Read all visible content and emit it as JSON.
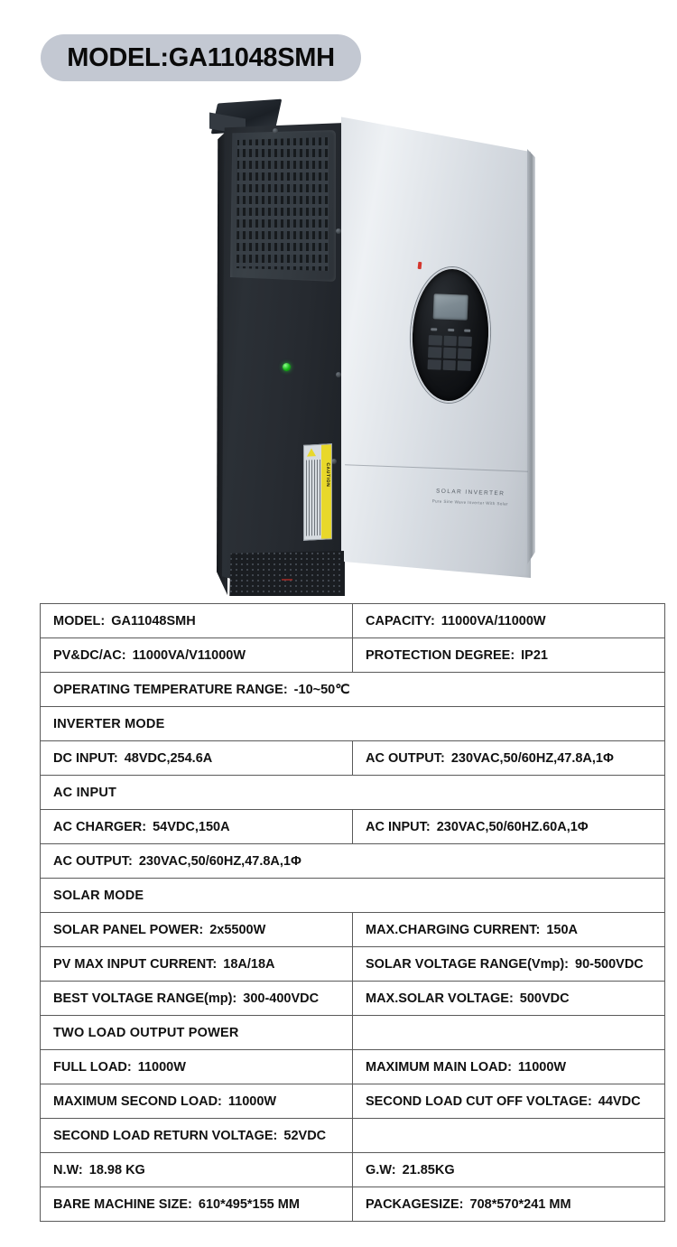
{
  "header": {
    "model_pill": "MODEL:GA11048SMH"
  },
  "product_image": {
    "alt": "solar-inverter-product-photo",
    "brand_main": "SOLAR INVERTER",
    "brand_sub": "Pure Sine Wave Inverter With Solar",
    "caution_text": "CAUTION",
    "led_indicator": "power-led-green",
    "accent_red": "#d4372e",
    "body_dark": "#262a30",
    "body_silver": "#dfe3e8"
  },
  "spec_table": {
    "rows": [
      {
        "type": "pair",
        "left_label": "MODEL:",
        "left_value": "GA11048SMH",
        "right_label": "CAPACITY:",
        "right_value": "11000VA/11000W"
      },
      {
        "type": "pair",
        "left_label": "PV&DC/AC:",
        "left_value": "11000VA/V11000W",
        "right_label": "PROTECTION DEGREE:",
        "right_value": "IP21"
      },
      {
        "type": "full",
        "left_label": "OPERATING TEMPERATURE RANGE:",
        "left_value": "-10~50℃"
      },
      {
        "type": "section",
        "left_label": "INVERTER MODE",
        "left_value": ""
      },
      {
        "type": "pair",
        "left_label": "DC INPUT:",
        "left_value": "48VDC,254.6A",
        "right_label": "AC OUTPUT:",
        "right_value": "230VAC,50/60HZ,47.8A,1Φ"
      },
      {
        "type": "section",
        "left_label": "AC INPUT",
        "left_value": ""
      },
      {
        "type": "pair",
        "left_label": "AC CHARGER:",
        "left_value": "54VDC,150A",
        "right_label": "AC INPUT:",
        "right_value": "230VAC,50/60HZ.60A,1Φ"
      },
      {
        "type": "full",
        "left_label": "AC OUTPUT:",
        "left_value": "230VAC,50/60HZ,47.8A,1Φ"
      },
      {
        "type": "section",
        "left_label": "SOLAR MODE",
        "left_value": ""
      },
      {
        "type": "pair",
        "left_label": "SOLAR PANEL POWER:",
        "left_value": "2x5500W",
        "right_label": "MAX.CHARGING CURRENT:",
        "right_value": "150A"
      },
      {
        "type": "pair",
        "left_label": "PV MAX INPUT CURRENT:",
        "left_value": "18A/18A",
        "right_label": "SOLAR VOLTAGE RANGE(Vmp):",
        "right_value": "90-500VDC"
      },
      {
        "type": "pair",
        "left_label": "BEST VOLTAGE RANGE(mp):",
        "left_value": "300-400VDC",
        "right_label": "MAX.SOLAR VOLTAGE:",
        "right_value": "500VDC"
      },
      {
        "type": "split",
        "left_label": "TWO LOAD OUTPUT POWER",
        "left_value": "",
        "right_label": "",
        "right_value": ""
      },
      {
        "type": "pair",
        "left_label": "FULL LOAD:",
        "left_value": "11000W",
        "right_label": "MAXIMUM MAIN LOAD:",
        "right_value": "11000W"
      },
      {
        "type": "pair",
        "left_label": "MAXIMUM SECOND LOAD:",
        "left_value": "11000W",
        "right_label": "SECOND LOAD CUT OFF VOLTAGE:",
        "right_value": "44VDC"
      },
      {
        "type": "split",
        "left_label": "SECOND LOAD RETURN VOLTAGE:",
        "left_value": "52VDC",
        "right_label": "",
        "right_value": ""
      },
      {
        "type": "pair",
        "left_label": "N.W:",
        "left_value": "18.98 KG",
        "right_label": "G.W:",
        "right_value": "21.85KG"
      },
      {
        "type": "pair",
        "left_label": "BARE MACHINE SIZE:",
        "left_value": "610*495*155 MM",
        "right_label": "PACKAGESIZE:",
        "right_value": "708*570*241 MM"
      }
    ]
  }
}
